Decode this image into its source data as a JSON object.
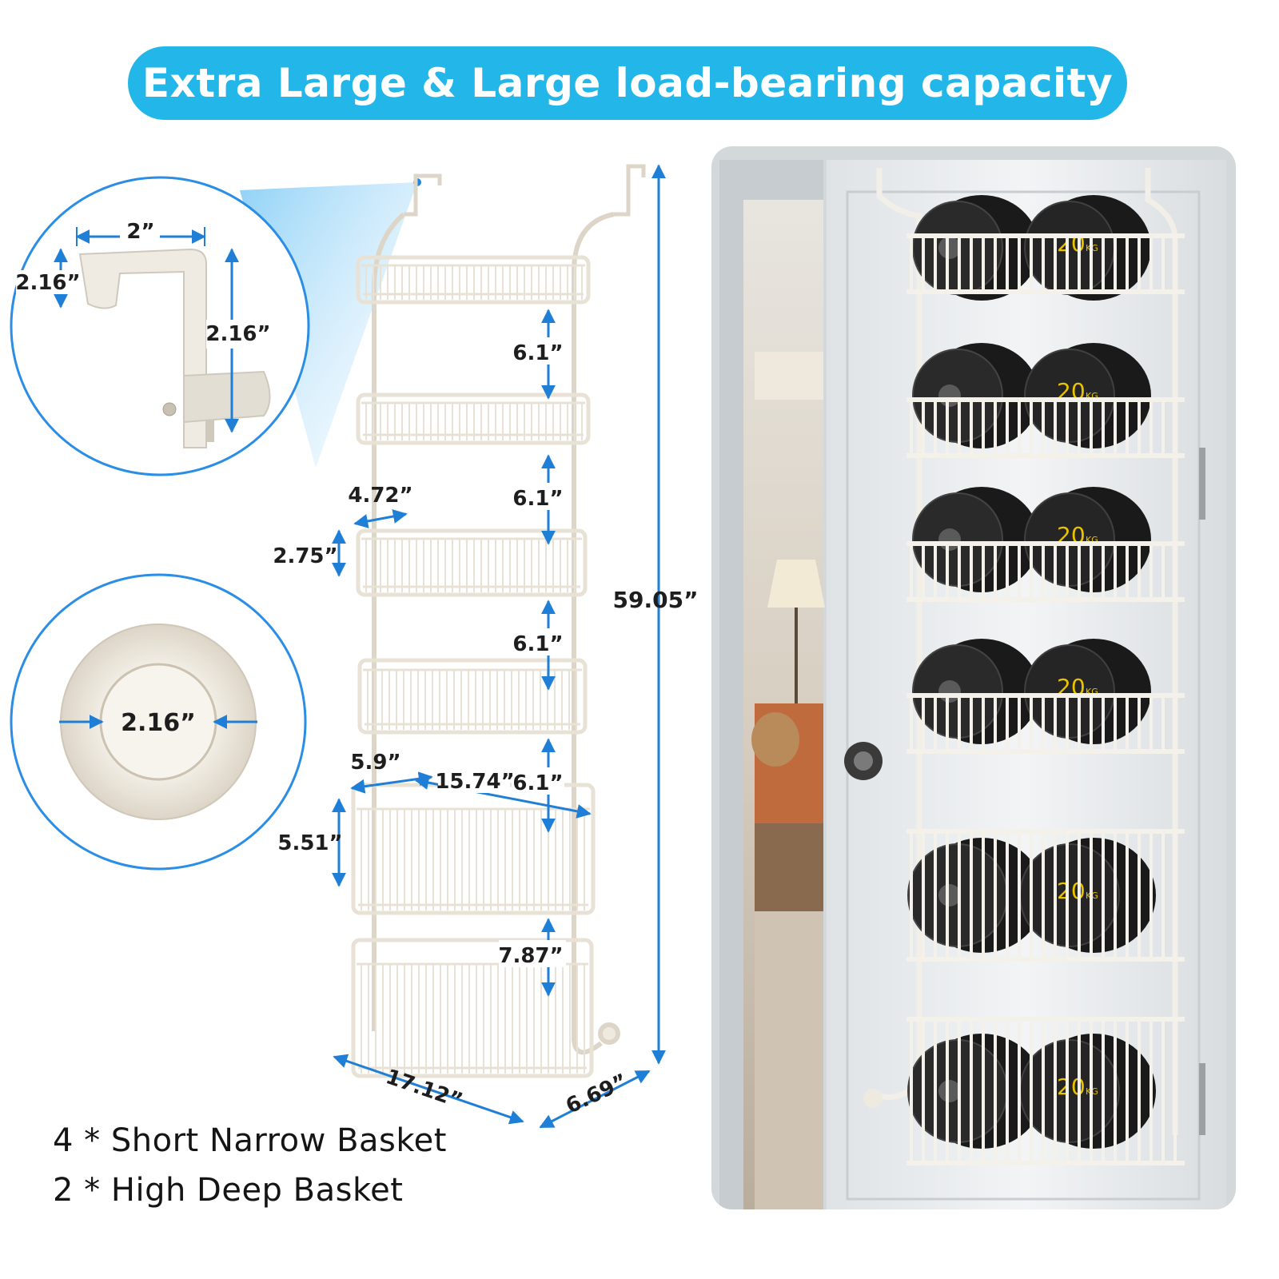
{
  "banner": {
    "title": "Extra Large & Large load-bearing capacity"
  },
  "hook_detail": {
    "width": "2”",
    "height_left": "2.16”",
    "height_right": "2.16”"
  },
  "pad_detail": {
    "diameter": "2.16”"
  },
  "rack": {
    "total_height": "59.05”",
    "gaps": [
      "6.1”",
      "6.1”",
      "6.1”",
      "6.1”",
      "7.87”"
    ],
    "short_basket_depth": "4.72”",
    "short_basket_height": "2.75”",
    "deep_basket_depth": "5.9”",
    "deep_basket_width": "15.74”",
    "deep_basket_height": "5.51”",
    "overall_width": "17.12”",
    "overall_depth": "6.69”"
  },
  "captions": [
    "4 * Short Narrow Basket",
    "2 * High Deep Basket"
  ],
  "weights": [
    "20",
    "20",
    "20",
    "20",
    "20",
    "20"
  ],
  "weight_unit": "KG",
  "colors": {
    "accent": "#22b7e8",
    "dimension_line": "#1f7fd6",
    "wire": "#e8e2d6",
    "weight": "#1a1a1a",
    "label": "#e9c200"
  }
}
